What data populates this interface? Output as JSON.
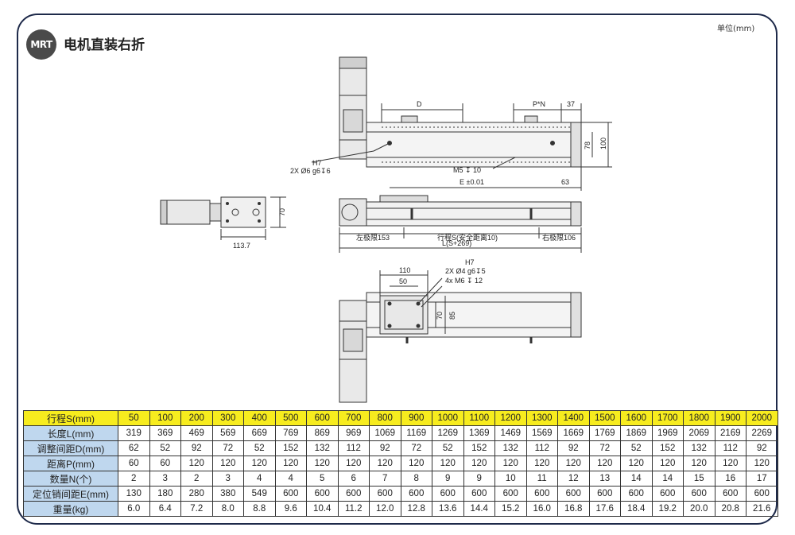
{
  "header": {
    "logo_text": "MRT",
    "title": "电机直装右折",
    "unit_note": "单位(mm)"
  },
  "drawing": {
    "top_view": {
      "dim_D": "D",
      "dim_PN": "P*N",
      "dim_37": "37",
      "dim_78": "78",
      "dim_100": "100",
      "hole_note_tol": "H7",
      "hole_note": "2X Ø6 g6↧6",
      "thread_note": "M5 ↧ 10",
      "dim_E": "E ±0.01",
      "dim_63": "63"
    },
    "end_view": {
      "dim_70": "70",
      "dim_113": "113.7"
    },
    "side_view": {
      "left_limit": "左极限153",
      "stroke": "行程S(安全距离10)",
      "right_limit": "右极限106",
      "length": "L(S+269)"
    },
    "bottom_view": {
      "dim_110": "110",
      "dim_50": "50",
      "hole_note_tol": "H7",
      "hole_note": "2X Ø4 g6↧5",
      "thread_note": "4x M6 ↧ 12",
      "dim_70": "70",
      "dim_85": "85"
    }
  },
  "spec_table": {
    "rows": [
      {
        "label": "行程S(mm)",
        "values": [
          "50",
          "100",
          "200",
          "300",
          "400",
          "500",
          "600",
          "700",
          "800",
          "900",
          "1000",
          "1100",
          "1200",
          "1300",
          "1400",
          "1500",
          "1600",
          "1700",
          "1800",
          "1900",
          "2000"
        ]
      },
      {
        "label": "长度L(mm)",
        "values": [
          "319",
          "369",
          "469",
          "569",
          "669",
          "769",
          "869",
          "969",
          "1069",
          "1169",
          "1269",
          "1369",
          "1469",
          "1569",
          "1669",
          "1769",
          "1869",
          "1969",
          "2069",
          "2169",
          "2269"
        ]
      },
      {
        "label": "调整间距D(mm)",
        "values": [
          "62",
          "52",
          "92",
          "72",
          "52",
          "152",
          "132",
          "112",
          "92",
          "72",
          "52",
          "152",
          "132",
          "112",
          "92",
          "72",
          "52",
          "152",
          "132",
          "112",
          "92"
        ]
      },
      {
        "label": "距离P(mm)",
        "values": [
          "60",
          "60",
          "120",
          "120",
          "120",
          "120",
          "120",
          "120",
          "120",
          "120",
          "120",
          "120",
          "120",
          "120",
          "120",
          "120",
          "120",
          "120",
          "120",
          "120",
          "120"
        ]
      },
      {
        "label": "数量N(个)",
        "values": [
          "2",
          "3",
          "2",
          "3",
          "4",
          "4",
          "5",
          "6",
          "7",
          "8",
          "9",
          "9",
          "10",
          "11",
          "12",
          "13",
          "14",
          "14",
          "15",
          "16",
          "17"
        ]
      },
      {
        "label": "定位销间距E(mm)",
        "values": [
          "130",
          "180",
          "280",
          "380",
          "549",
          "600",
          "600",
          "600",
          "600",
          "600",
          "600",
          "600",
          "600",
          "600",
          "600",
          "600",
          "600",
          "600",
          "600",
          "600",
          "600"
        ]
      },
      {
        "label": "重量(kg)",
        "values": [
          "6.0",
          "6.4",
          "7.2",
          "8.0",
          "8.8",
          "9.6",
          "10.4",
          "11.2",
          "12.0",
          "12.8",
          "13.6",
          "14.4",
          "15.2",
          "16.0",
          "16.8",
          "17.6",
          "18.4",
          "19.2",
          "20.0",
          "20.8",
          "21.6"
        ]
      }
    ]
  }
}
